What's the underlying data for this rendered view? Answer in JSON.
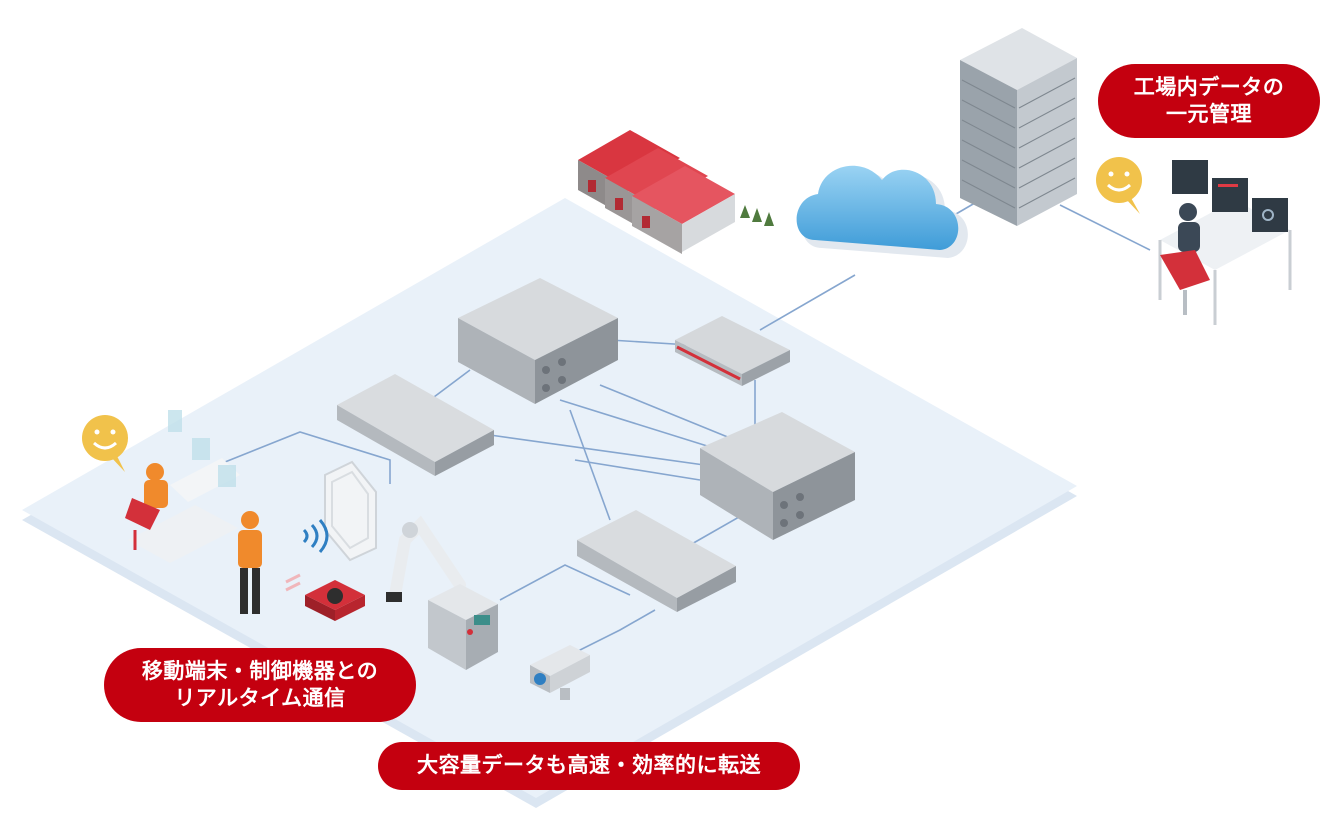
{
  "labels": {
    "central_management": {
      "line1": "工場内データの",
      "line2": "一元管理"
    },
    "mobile_realtime": {
      "line1": "移動端末・制御機器との",
      "line2": "リアルタイム通信"
    },
    "bulk_transfer": {
      "text": "大容量データも高速・効率的に転送"
    }
  },
  "colors": {
    "accent_red": "#c4000f",
    "floor": "#e6eef7",
    "link_line": "#7b9cc9",
    "device_gray": "#b9bdc1",
    "cloud_blue": "#6fb6e6"
  },
  "icons": [
    "smile-icon",
    "cloud-icon",
    "server-tower-icon",
    "factory-icon",
    "switch-icon",
    "router-icon",
    "robot-arm-icon",
    "camera-icon",
    "wifi-icon",
    "worker-icon",
    "operator-icon"
  ]
}
